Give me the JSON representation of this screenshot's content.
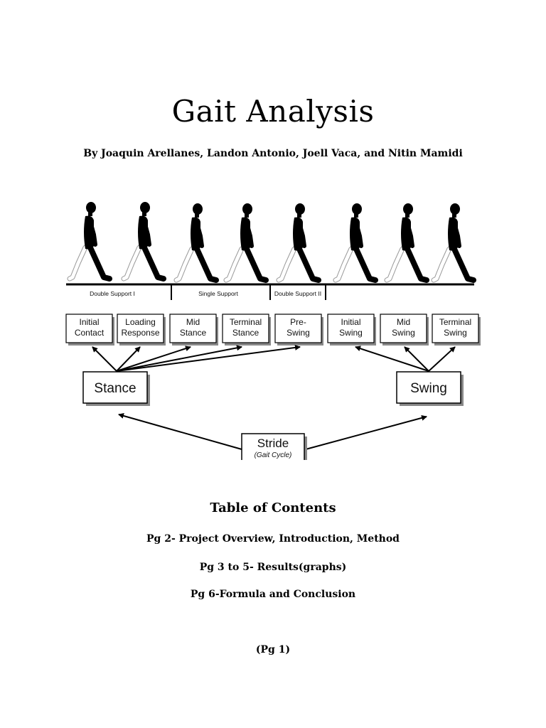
{
  "document": {
    "title": "Gait Analysis",
    "authors": "By Joaquin Arellanes, Landon Antonio, Joell Vaca, and Nitin Mamidi"
  },
  "diagram": {
    "support_phases": [
      {
        "label": "Double Support I"
      },
      {
        "label": "Single Support"
      },
      {
        "label": "Double Support II"
      }
    ],
    "phases": [
      {
        "line1": "Initial",
        "line2": "Contact"
      },
      {
        "line1": "Loading",
        "line2": "Response"
      },
      {
        "line1": "Mid",
        "line2": "Stance"
      },
      {
        "line1": "Terminal",
        "line2": "Stance"
      },
      {
        "line1": "Pre-",
        "line2": "Swing"
      },
      {
        "line1": "Initial",
        "line2": "Swing"
      },
      {
        "line1": "Mid",
        "line2": "Swing"
      },
      {
        "line1": "Terminal",
        "line2": "Swing"
      }
    ],
    "stance_label": "Stance",
    "swing_label": "Swing",
    "stride_label": "Stride",
    "stride_sublabel": "(Gait Cycle)"
  },
  "toc": {
    "heading": "Table of Contents",
    "items": [
      "Pg 2- Project Overview, Introduction, Method",
      "Pg 3 to 5- Results(graphs)",
      "Pg 6-Formula and Conclusion"
    ]
  },
  "footer": {
    "page_number": "(Pg 1)"
  }
}
